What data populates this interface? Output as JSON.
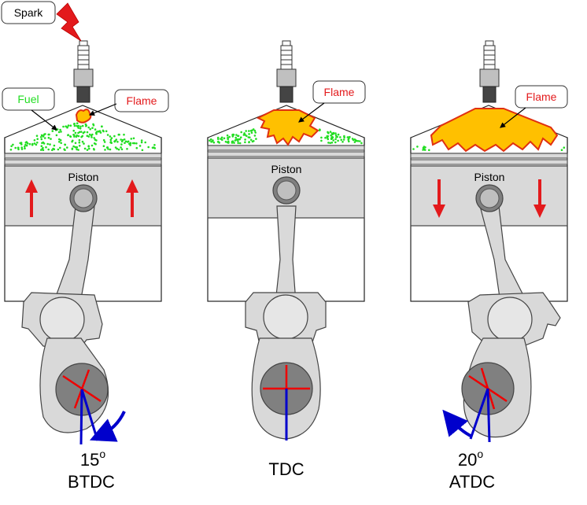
{
  "labels": {
    "spark": "Spark",
    "fuel": "Fuel",
    "flame": "Flame",
    "piston": "Piston"
  },
  "stages": [
    {
      "angle": "15",
      "degree_mark": "o",
      "position": "BTDC"
    },
    {
      "angle": "",
      "degree_mark": "",
      "position": "TDC"
    },
    {
      "angle": "20",
      "degree_mark": "o",
      "position": "ATDC"
    }
  ],
  "colors": {
    "flame_fill": "#ffc000",
    "flame_edge": "#e03010",
    "fuel_dots": "#22dd22",
    "arrow_red": "#e31a1c",
    "crank_blue": "#0000cc",
    "metal": "#d9d9d9",
    "metal_dark": "#808080"
  }
}
